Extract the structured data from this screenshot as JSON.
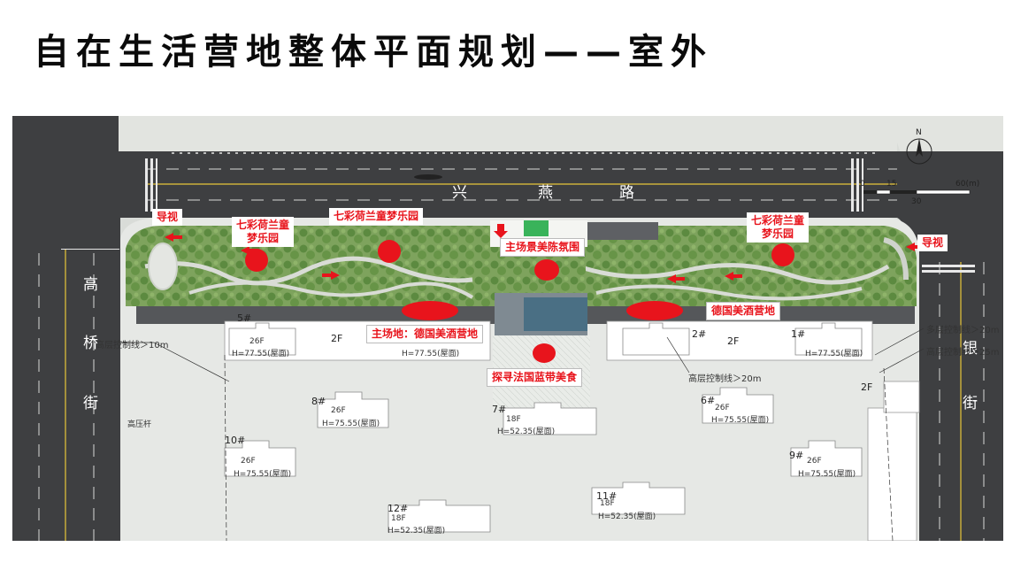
{
  "title": "自在生活营地整体平面规划——室外",
  "roads": {
    "top": [
      "兴",
      "燕",
      "路"
    ],
    "left": [
      "高",
      "桥",
      "街"
    ],
    "right": [
      "银",
      "街"
    ],
    "left_small": "高压杆"
  },
  "zones": {
    "guide_left": "导视",
    "guide_right": "导视",
    "kids_left": "七彩荷兰童\n梦乐园",
    "kids_center": "七彩荷兰童梦乐园",
    "kids_right": "七彩荷兰童\n梦乐园",
    "main_view": "主场景美陈氛围",
    "main_venue": "主场地：德国美酒营地",
    "beer_right": "德国美酒营地",
    "french_food": "探寻法国蓝带美食"
  },
  "lines": {
    "h_left": "高层控制线＞10m",
    "h_center": "高层控制线＞20m",
    "multi_right": "多层控制线＞20m",
    "h_right": "高层控制线＞25m"
  },
  "buildings": {
    "b1": "1#",
    "b2": "2#",
    "b5": "5#",
    "b6": "6#",
    "b7": "7#",
    "b8": "8#",
    "b9": "9#",
    "b10": "10#",
    "b11": "11#",
    "b12": "12#",
    "f2a": "2F",
    "f2b": "2F",
    "f2c": "2F",
    "h7755a": "H=77.55(屋面)",
    "h7755b": "H=77.55(屋面)",
    "h7755c": "H=77.55(屋面)",
    "h7555a": "H=75.55(屋面)",
    "h7555b": "H=75.55(屋面)",
    "h7555c": "H=75.55(屋面)",
    "h7555d": "H=75.55(屋面)",
    "h5235a": "H=52.35(屋面)",
    "h5235b": "H=52.35(屋面)",
    "h5235c": "H=52.35(屋面)",
    "f26a": "26F",
    "f26b": "26F",
    "f26c": "26F",
    "f26d": "26F",
    "f26e": "26F",
    "f18a": "18F",
    "f18b": "18F",
    "f18c": "18F"
  },
  "scale": {
    "s0": "0",
    "s15": "15",
    "s30": "30",
    "s60": "60(m)",
    "north": "N"
  },
  "colors": {
    "accent": "#e8141c",
    "road": "#3e3f41",
    "green": "#6e9a52"
  }
}
